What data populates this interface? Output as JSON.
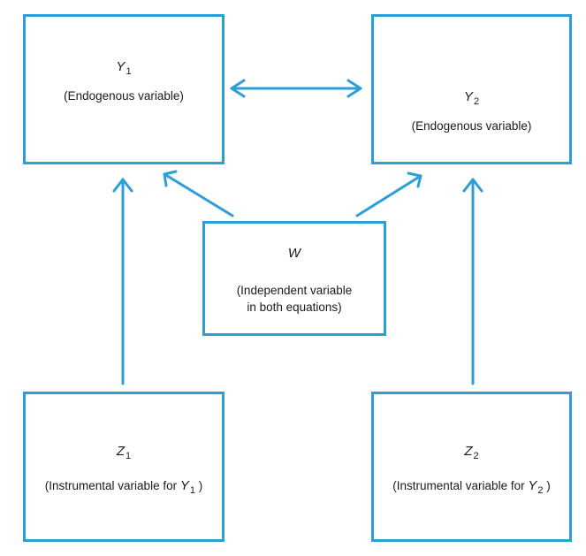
{
  "accent_color": "#2b9fd6",
  "nodes": {
    "y1": {
      "symbol": "Y",
      "subscript": "1",
      "description": "(Endogenous variable)"
    },
    "y2": {
      "symbol": "Y",
      "subscript": "2",
      "description": "(Endogenous variable)"
    },
    "w": {
      "symbol": "W",
      "description_line1": "(Independent variable",
      "description_line2": "in both equations)"
    },
    "z1": {
      "symbol": "Z",
      "subscript": "1",
      "description_prefix": "(Instrumental variable for ",
      "description_symbol": "Y",
      "description_subscript": "1",
      "description_suffix": " )"
    },
    "z2": {
      "symbol": "Z",
      "subscript": "2",
      "description_prefix": "(Instrumental variable for ",
      "description_symbol": "Y",
      "description_subscript": "2",
      "description_suffix": " )"
    }
  },
  "edges": [
    {
      "from": "y1",
      "to": "y2",
      "type": "bidirectional"
    },
    {
      "from": "w",
      "to": "y1",
      "type": "directed"
    },
    {
      "from": "w",
      "to": "y2",
      "type": "directed"
    },
    {
      "from": "z1",
      "to": "y1",
      "type": "directed"
    },
    {
      "from": "z2",
      "to": "y2",
      "type": "directed"
    }
  ]
}
